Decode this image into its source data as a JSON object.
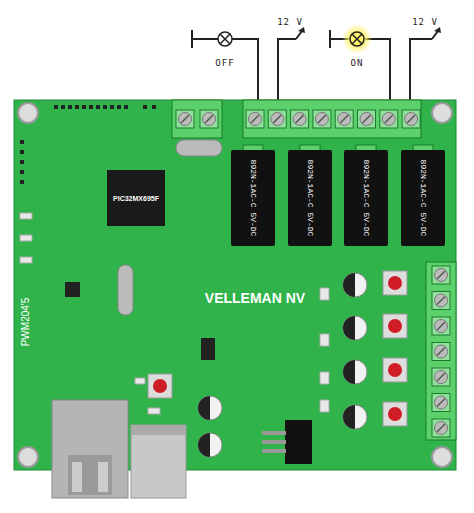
{
  "diagram": {
    "nodes": [
      {
        "text": [
          "VELLEMAN NV",
          "PWM204'5"
        ]
      },
      {
        "text": [
          "PIC32MX695F"
        ],
        "in": 0
      },
      {
        "text": [
          "892N-1AC-C 5V-DC"
        ],
        "in": 0
      },
      {
        "text": [
          "892N-1AC-C 5V-DC"
        ],
        "in": 0
      },
      {
        "text": [
          "892N-1AC-C 5V-DC"
        ],
        "in": 0
      },
      {
        "text": [
          "892N-1AC-C 5V-DC"
        ],
        "in": 0
      }
    ],
    "labels": [
      "OFF",
      "12 V",
      "ON",
      "12 V"
    ]
  }
}
